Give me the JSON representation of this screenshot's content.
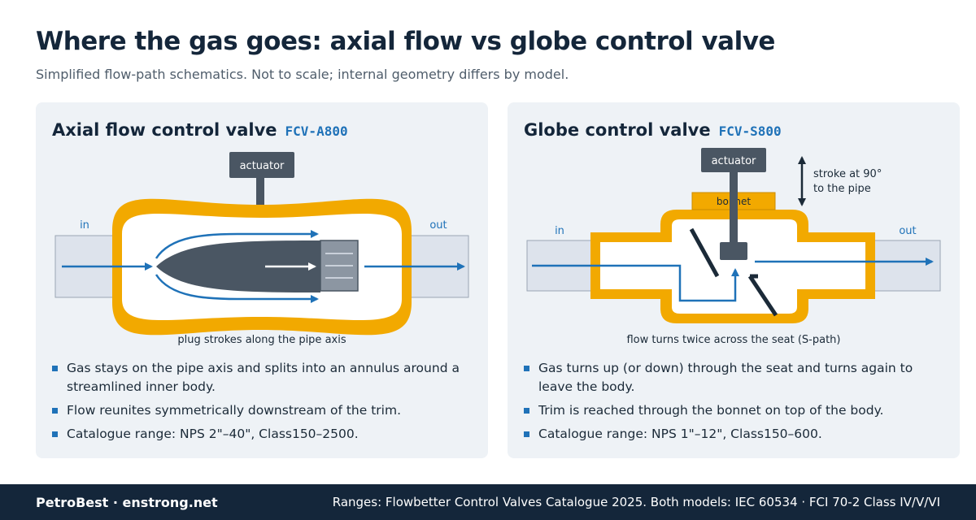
{
  "header": {
    "title": "Where the gas goes: axial flow vs globe control valve",
    "subtitle": "Simplified flow-path schematics. Not to scale; internal geometry differs by model."
  },
  "axial": {
    "title": "Axial flow control valve",
    "model": "FCV-A800",
    "actuator_label": "actuator",
    "in_label": "in",
    "out_label": "out",
    "caption": "plug strokes along the pipe axis",
    "bullets": [
      "Gas stays on the pipe axis and splits into an annulus around a streamlined inner body.",
      "Flow reunites symmetrically downstream of the trim.",
      "Catalogue range: NPS 2\"–40\", Class150–2500."
    ]
  },
  "globe": {
    "title": "Globe control valve",
    "model": "FCV-S800",
    "actuator_label": "actuator",
    "bonnet_label": "bonnet",
    "stroke_label_line1": "stroke at 90°",
    "stroke_label_line2": "to the pipe",
    "in_label": "in",
    "out_label": "out",
    "caption": "flow turns twice across the seat (S-path)",
    "bullets": [
      "Gas turns up (or down) through the seat and turns again to leave the body.",
      "Trim is reached through the bonnet on top of the body.",
      "Catalogue range: NPS 1\"–12\", Class150–600."
    ]
  },
  "colors": {
    "body": "#f2a900",
    "flow": "#1f72b8",
    "dark": "#4a5663",
    "pipe": "#dde3ec"
  },
  "footer": {
    "brand": "PetroBest · enstrong.net",
    "source": "Ranges: Flowbetter Control Valves Catalogue 2025. Both models: IEC 60534 · FCI 70-2 Class IV/V/VI"
  }
}
